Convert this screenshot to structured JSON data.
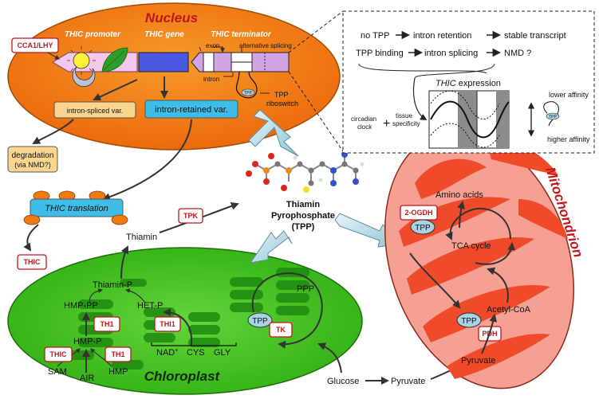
{
  "nucleus": {
    "title": "Nucleus",
    "promoter_label": "THIC promoter",
    "gene_label": "THIC gene",
    "terminator_label": "THIC terminator",
    "exon_label": "exon",
    "intron_label": "intron",
    "alt_splicing_label": "alternative splicing",
    "riboswitch_label_1": "TPP",
    "riboswitch_label_2": "riboswitch",
    "riboswitch_tpp": "TPP",
    "cca1_label": "CCA1/LHY",
    "intron_spliced": "intron-spliced var.",
    "intron_retained": "intron-retained var."
  },
  "degradation": {
    "line1": "degradation",
    "line2": "(via NMD?)"
  },
  "translation": {
    "label": "THIC translation"
  },
  "enzymes": {
    "thic_cyto": "THIC",
    "tpk": "TPK",
    "th1_a": "TH1",
    "thi1": "THI1",
    "thic_chl": "THIC",
    "th1_b": "TH1",
    "tk": "TK",
    "ogdh": "2-OGDH",
    "pdh": "PDH"
  },
  "metabolites": {
    "thiamin": "Thiamin",
    "tpp_line1": "Thiamin",
    "tpp_line2": "Pyrophosphate",
    "tpp_line3": "(TPP)",
    "thiamin_p": "Thiamin-P",
    "hmp_pp": "HMP-PP",
    "het_p": "HET-P",
    "hmp_p": "HMP-P",
    "sam": "SAM",
    "air": "AIR",
    "hmp": "HMP",
    "nad": "NAD",
    "nad_sup": "+",
    "cys": "CYS",
    "gly": "GLY",
    "ppp": "PPP",
    "glucose": "Glucose",
    "pyruvate_cyto": "Pyruvate",
    "pyruvate_mito": "Pyruvate",
    "acetyl_coa": "Acetyl-CoA",
    "amino_acids": "Amino acids",
    "tca": "TCA cycle",
    "tpp_tk": "TPP",
    "tpp_ogdh": "TPP",
    "tpp_pdh": "TPP"
  },
  "chloroplast": {
    "title": "Chloroplast"
  },
  "mitochondrion": {
    "title": "Mitochondrion"
  },
  "panel": {
    "row1": [
      "no TPP",
      "intron retention",
      "stable transcript"
    ],
    "row2": [
      "TPP binding",
      "intron splicing",
      "NMD ?"
    ],
    "expr_title_italic": "THIC",
    "expr_title_rest": " expression",
    "circadian_1": "circadian",
    "circadian_2": "clock",
    "plus": "+",
    "tissue_1": "tissue",
    "tissue_2": "specificity",
    "lower_affinity": "lower affinity",
    "higher_affinity": "higher affinity",
    "riboswitch_tpp": "TPP"
  },
  "colors": {
    "nucleus_fill": "#f07a12",
    "chloroplast_fill": "#44c61e",
    "mito_fill": "#f6a093",
    "enzyme_border": "#c0161b",
    "title_red": "#c0161b",
    "tpp_oval": "#a9d3e3",
    "translation_box": "#3dbde8"
  }
}
